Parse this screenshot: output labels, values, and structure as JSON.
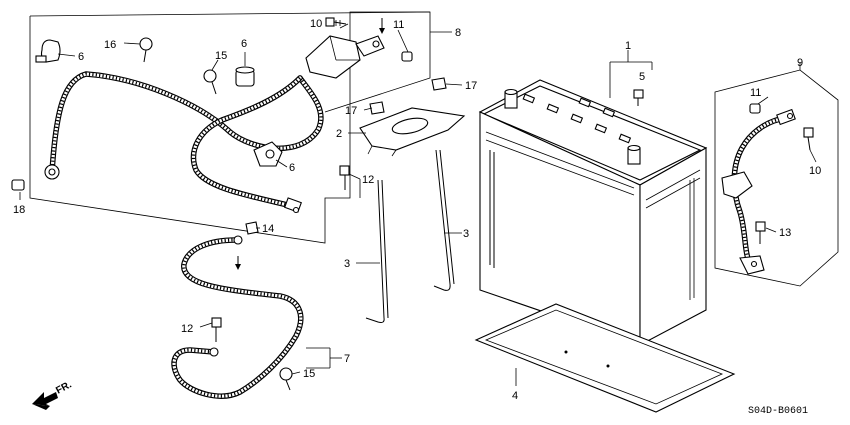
{
  "diagram": {
    "callouts": [
      "1",
      "2",
      "3",
      "3",
      "3",
      "4",
      "5",
      "6",
      "6",
      "6",
      "7",
      "8",
      "9",
      "10",
      "10",
      "11",
      "11",
      "12",
      "12",
      "12",
      "13",
      "14",
      "15",
      "15",
      "16",
      "17",
      "17",
      "18"
    ],
    "direction_label": "FR.",
    "drawing_code": "S04D-B0601"
  }
}
